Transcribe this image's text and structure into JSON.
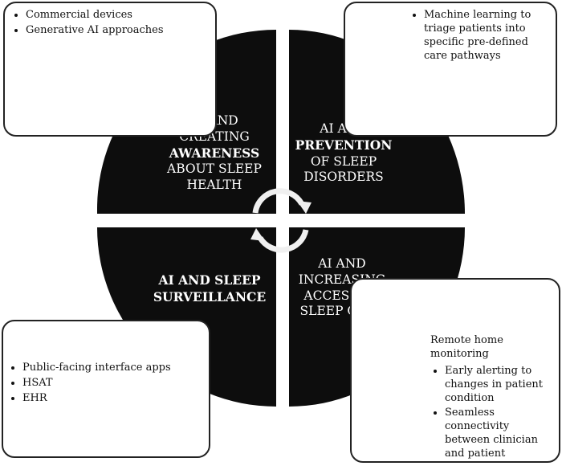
{
  "boxes": {
    "top_left": {
      "items": [
        "Commercial devices",
        "Generative AI approaches"
      ]
    },
    "top_right": {
      "items": [
        "Machine learning to triage patients into specific pre-defined care pathways"
      ]
    },
    "bottom_left": {
      "items": [
        "Public-facing interface apps",
        "HSAT",
        "EHR"
      ]
    },
    "bottom_right": {
      "lead": "Remote home monitoring",
      "items": [
        "Early alerting to changes in patient condition",
        "Seamless connectivity between clinician and patient"
      ]
    }
  },
  "quadrants": {
    "top_left": {
      "line1": "AI AND",
      "line2": "CREATING",
      "bold": "AWARENESS",
      "line4": "ABOUT SLEEP",
      "line5": "HEALTH"
    },
    "top_right": {
      "line1": "AI AND",
      "bold": "PREVENTION",
      "line3": "OF SLEEP",
      "line4": "DISORDERS"
    },
    "bottom_left": {
      "bold1": "AI AND SLEEP",
      "bold2": "SURVEILLANCE"
    },
    "bottom_right": {
      "line1": "AI AND",
      "line2": "INCREASING",
      "line3": "ACCESS TO",
      "line4": "SLEEP CARE"
    }
  },
  "colors": {
    "quadrant_fill": "#0d0d0d",
    "box_border": "#222222",
    "arrow": "#f0f0f0"
  },
  "icons": {
    "center": "cycle-arrows-icon"
  }
}
